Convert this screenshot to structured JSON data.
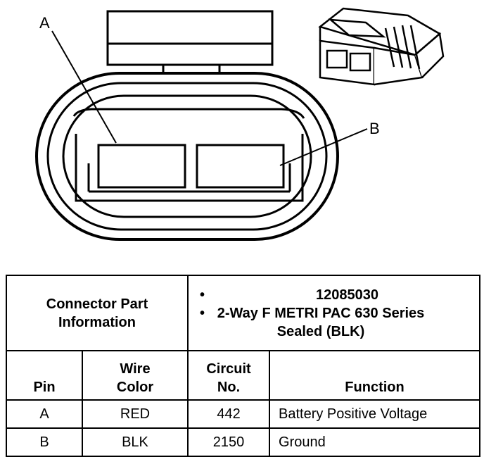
{
  "callouts": {
    "a": "A",
    "b": "B"
  },
  "part_info": {
    "label": "Connector Part Information",
    "items": [
      "12085030",
      "2-Way F METRI PAC 630 Series Sealed (BLK)"
    ]
  },
  "columns": {
    "pin": "Pin",
    "wire_color": "Wire Color",
    "circuit_no": "Circuit No.",
    "function": "Function"
  },
  "rows": [
    {
      "pin": "A",
      "wire_color": "RED",
      "circuit": "442",
      "function": "Battery Positive Voltage"
    },
    {
      "pin": "B",
      "wire_color": "BLK",
      "circuit": "2150",
      "function": "Ground"
    }
  ]
}
